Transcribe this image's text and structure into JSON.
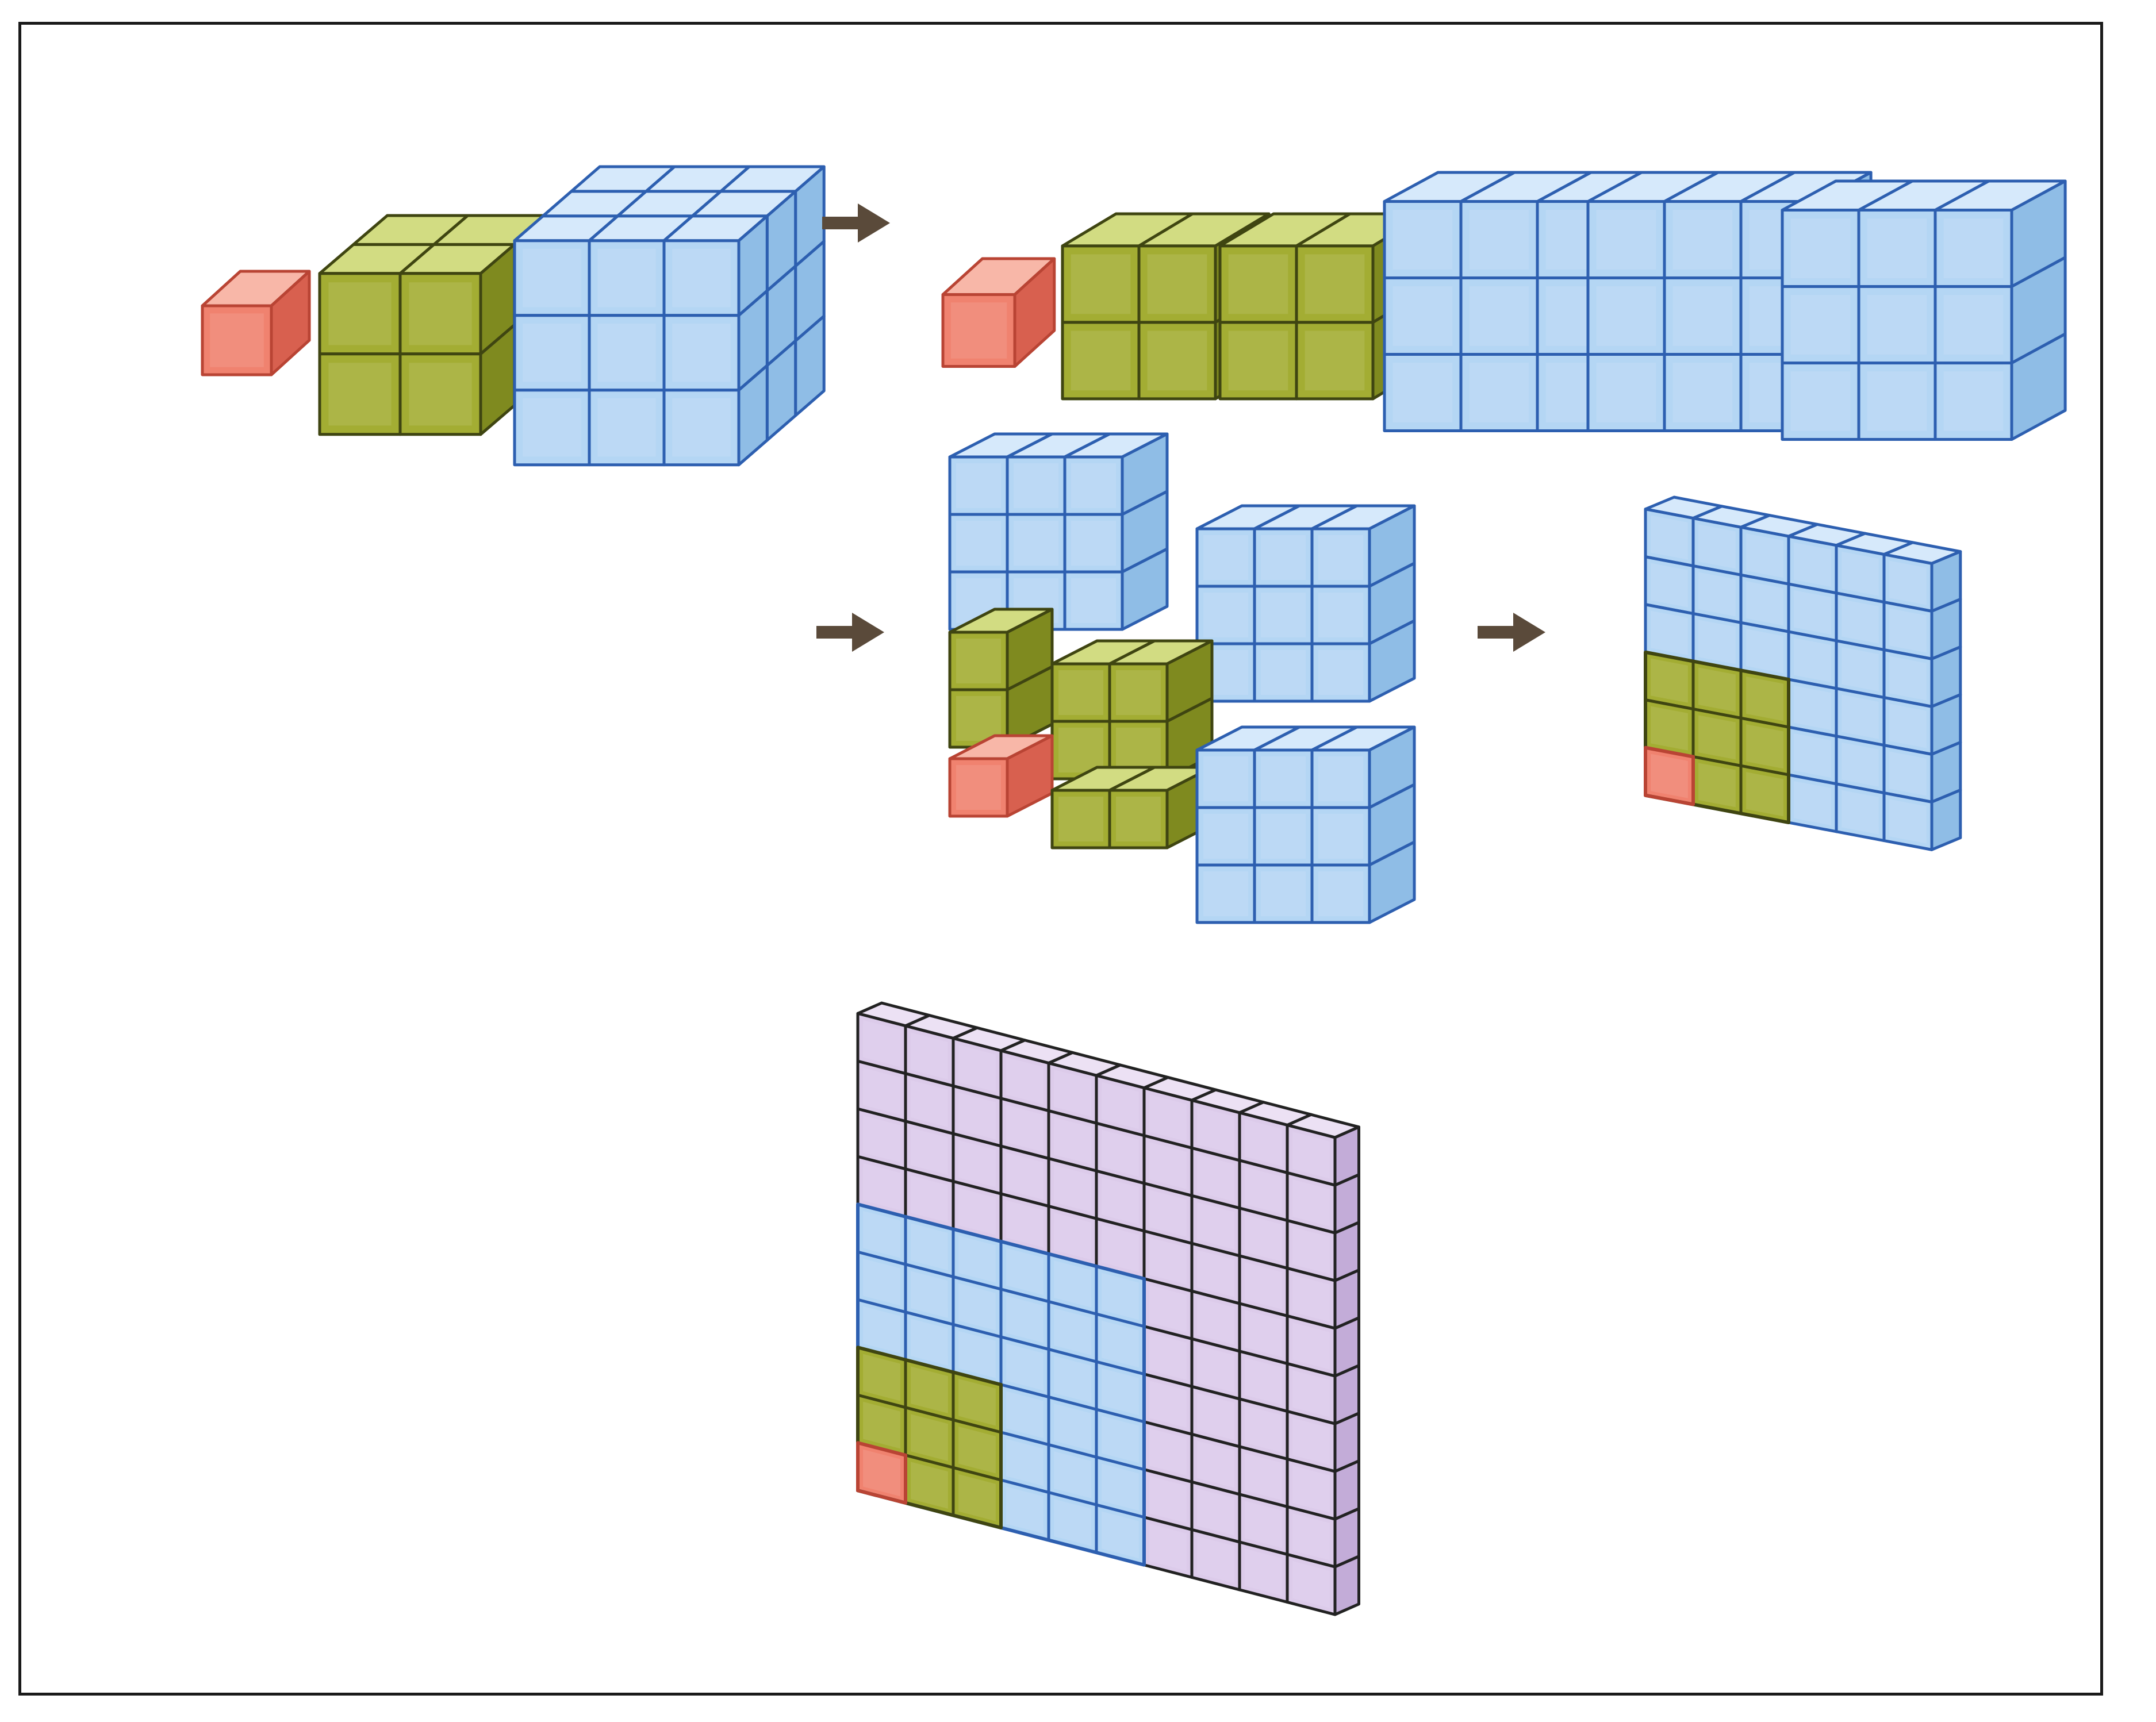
{
  "diagram": {
    "description_free": true,
    "colors": {
      "red": {
        "front": "#f0826f",
        "top": "#f8b7a8",
        "side": "#d8604f",
        "line": "#b94434"
      },
      "green": {
        "front": "#a3ad33",
        "top": "#d2dc82",
        "side": "#7f8a1f",
        "line": "#3f4511"
      },
      "blue": {
        "front": "#b4d6f4",
        "top": "#d6e9fb",
        "side": "#8fbde6",
        "line": "#2d5fb0"
      },
      "purple": {
        "front": "#dccbea",
        "top": "#ece1f4",
        "side": "#c3acd8",
        "line": "#222222"
      },
      "arrow": "#5a4a3a",
      "frame": "#1a1a1a"
    },
    "blocks": [
      {
        "id": "row1-unit",
        "color": "red",
        "cols": 1,
        "rows": 1,
        "depth": 1
      },
      {
        "id": "row1-square-2",
        "color": "green",
        "cols": 2,
        "rows": 2,
        "depth": 2
      },
      {
        "id": "row1-cube-3",
        "color": "blue",
        "cols": 3,
        "rows": 3,
        "depth": 3
      },
      {
        "id": "row1b-unit",
        "color": "red",
        "cols": 1,
        "rows": 1,
        "depth": 1
      },
      {
        "id": "row1b-green-a",
        "color": "green",
        "cols": 2,
        "rows": 2,
        "depth": 1
      },
      {
        "id": "row1b-green-b",
        "color": "green",
        "cols": 2,
        "rows": 2,
        "depth": 1
      },
      {
        "id": "row1b-blue-a",
        "color": "blue",
        "cols": 3,
        "rows": 3,
        "depth": 1
      },
      {
        "id": "row1b-blue-b",
        "color": "blue",
        "cols": 3,
        "rows": 3,
        "depth": 1
      },
      {
        "id": "row1b-blue-c",
        "color": "blue",
        "cols": 3,
        "rows": 3,
        "depth": 1
      },
      {
        "id": "row2-blue-top",
        "color": "blue",
        "cols": 3,
        "rows": 3,
        "depth": 1
      },
      {
        "id": "row2-blue-right",
        "color": "blue",
        "cols": 3,
        "rows": 3,
        "depth": 1
      },
      {
        "id": "row2-green-col",
        "color": "green",
        "cols": 1,
        "rows": 2,
        "depth": 1
      },
      {
        "id": "row2-green-sq",
        "color": "green",
        "cols": 2,
        "rows": 2,
        "depth": 1
      },
      {
        "id": "row2-unit",
        "color": "red",
        "cols": 1,
        "rows": 1,
        "depth": 1
      },
      {
        "id": "row2-green-row",
        "color": "green",
        "cols": 2,
        "rows": 1,
        "depth": 1
      },
      {
        "id": "row2-blue-bottom",
        "color": "blue",
        "cols": 3,
        "rows": 3,
        "depth": 1
      },
      {
        "id": "row2-assembled-6x6",
        "color": "blue",
        "cols": 6,
        "rows": 6,
        "depth": 1,
        "inner_green": 3,
        "inner_red": 1
      },
      {
        "id": "final-10x10",
        "color": "purple",
        "cols": 10,
        "rows": 10,
        "depth": 1,
        "inner_blue": 6,
        "inner_green": 3,
        "inner_red": 1
      }
    ],
    "arrows": [
      {
        "id": "arrow-1"
      },
      {
        "id": "arrow-2"
      },
      {
        "id": "arrow-3"
      }
    ]
  }
}
